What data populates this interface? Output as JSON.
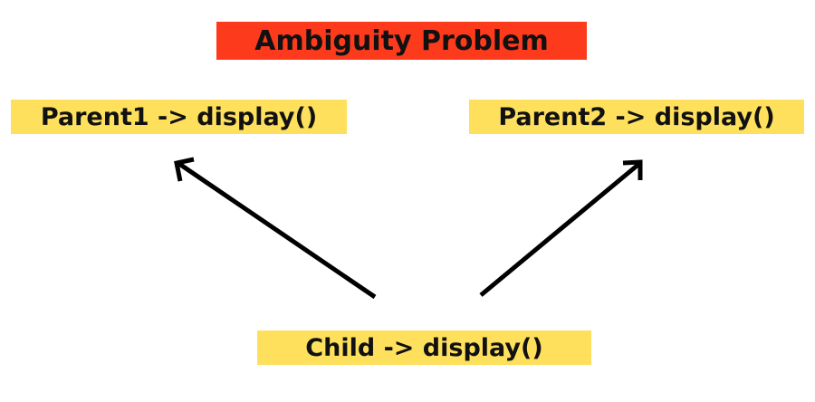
{
  "title": {
    "text": "Ambiguity Problem",
    "color": "#fd3a1c"
  },
  "nodes": {
    "parent1": {
      "text": "Parent1 -> display()"
    },
    "parent2": {
      "text": "Parent2 -> display()"
    },
    "child": {
      "text": "Child -> display()"
    }
  },
  "colors": {
    "highlight": "#fee05d",
    "arrow": "#000000"
  }
}
